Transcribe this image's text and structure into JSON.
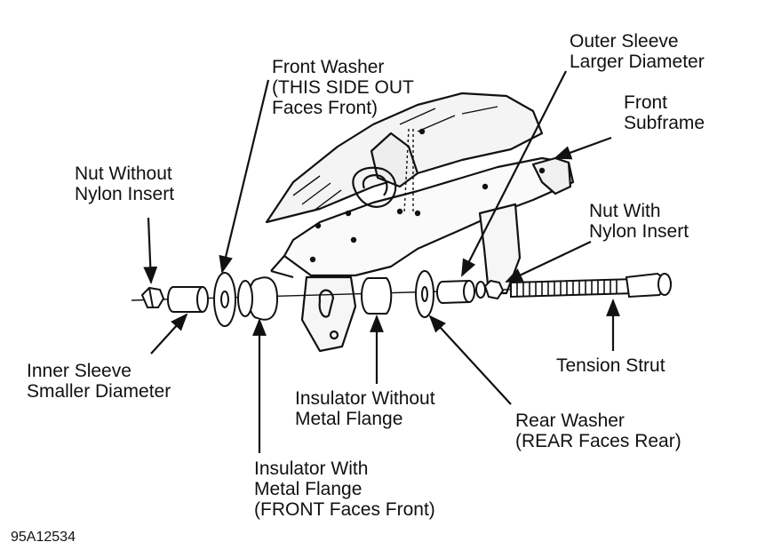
{
  "figure_id": "95A12534",
  "labels": {
    "front_washer": [
      "Front Washer",
      "(THIS SIDE OUT",
      "Faces Front)"
    ],
    "outer_sleeve": [
      "Outer Sleeve",
      "Larger Diameter"
    ],
    "front_subframe": [
      "Front",
      "Subframe"
    ],
    "nut_without_nylon": [
      "Nut Without",
      "Nylon Insert"
    ],
    "nut_with_nylon": [
      "Nut With",
      "Nylon Insert"
    ],
    "inner_sleeve": [
      "Inner Sleeve",
      "Smaller Diameter"
    ],
    "tension_strut": [
      "Tension Strut"
    ],
    "insulator_without_flange": [
      "Insulator Without",
      "Metal Flange"
    ],
    "rear_washer": [
      "Rear Washer",
      "(REAR Faces Rear)"
    ],
    "insulator_with_flange": [
      "Insulator With",
      "Metal Flange",
      "(FRONT Faces Front)"
    ]
  },
  "colors": {
    "ink": "#111111",
    "paper": "#ffffff"
  }
}
